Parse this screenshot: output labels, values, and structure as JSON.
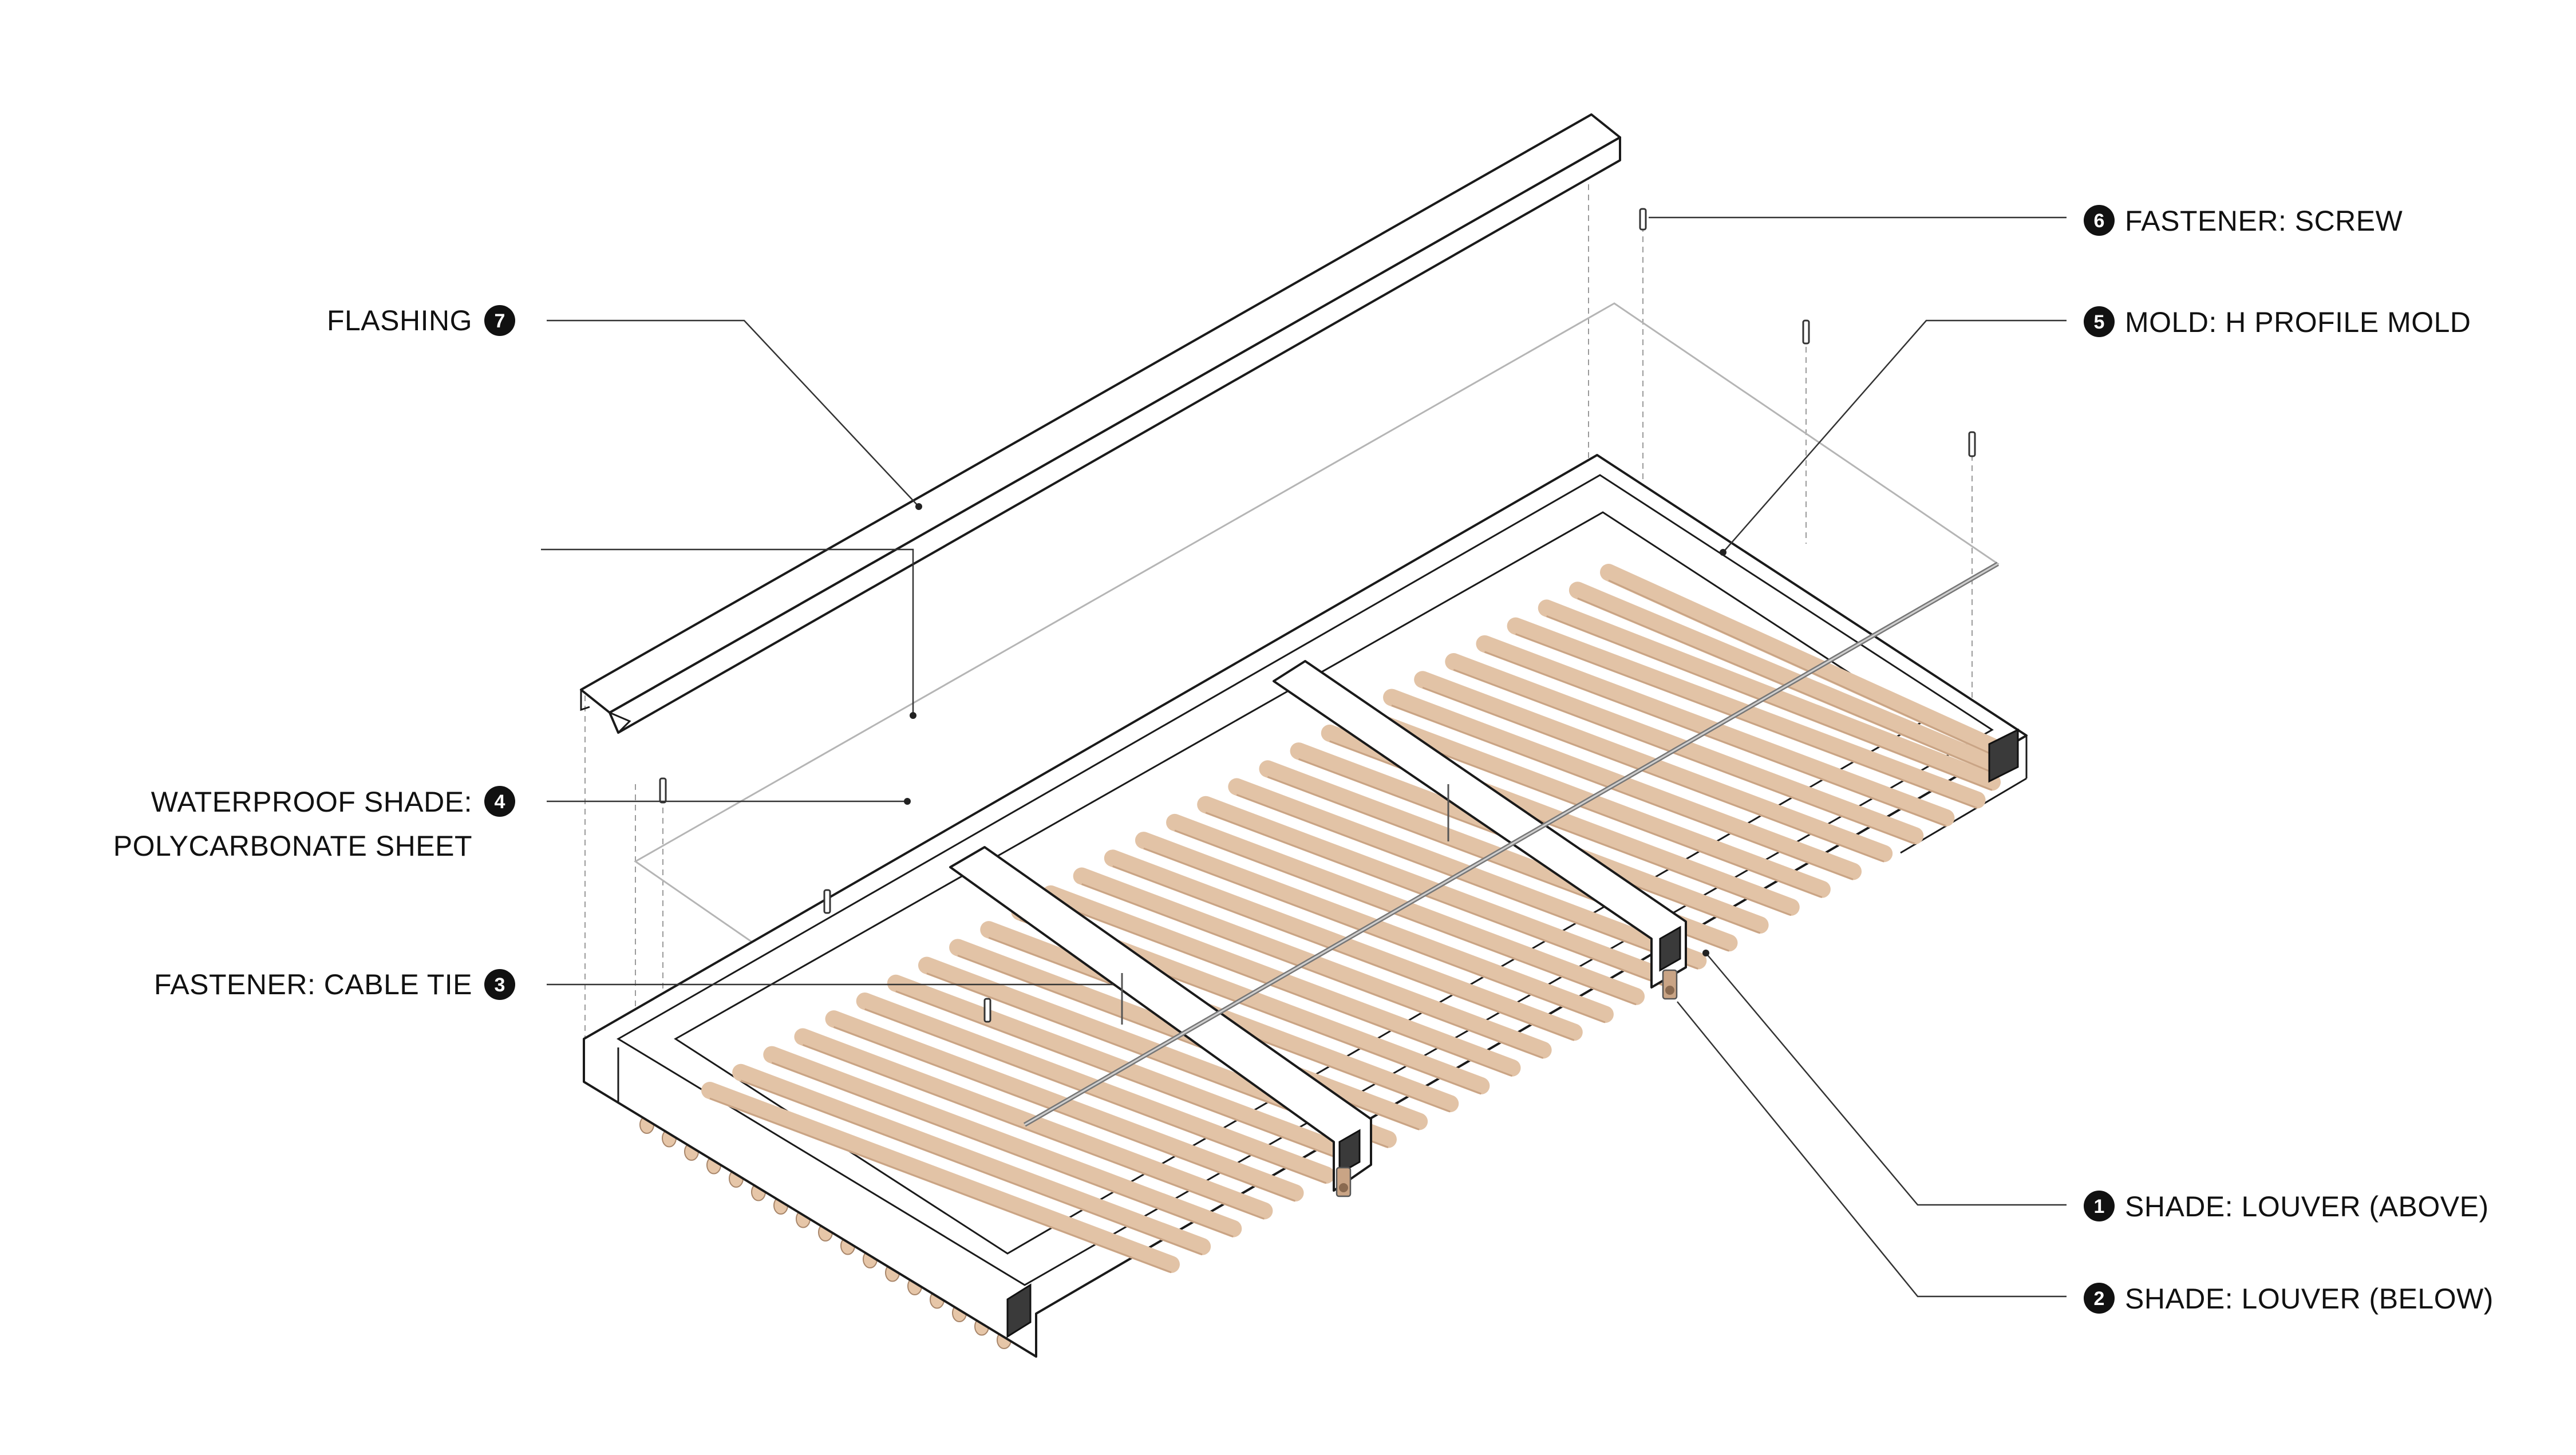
{
  "labels": {
    "flashing": {
      "text": "FLASHING",
      "num": "7"
    },
    "fastener_screw": {
      "num": "6",
      "text": "FASTENER: SCREW"
    },
    "mold": {
      "num": "5",
      "text": "MOLD: H PROFILE MOLD"
    },
    "waterproof": {
      "text_line1": "WATERPROOF SHADE:",
      "text_line2": "POLYCARBONATE SHEET",
      "num": "4"
    },
    "cable_tie": {
      "text": "FASTENER: CABLE TIE",
      "num": "3"
    },
    "louver_above": {
      "num": "1",
      "text": "SHADE: LOUVER (ABOVE)"
    },
    "louver_below": {
      "num": "2",
      "text": "SHADE: LOUVER (BELOW)"
    }
  },
  "colors": {
    "louver_wood": "#e2c3a6",
    "frame_stroke": "#1a1a1a",
    "badge": "#111111",
    "leader": "#333333"
  }
}
